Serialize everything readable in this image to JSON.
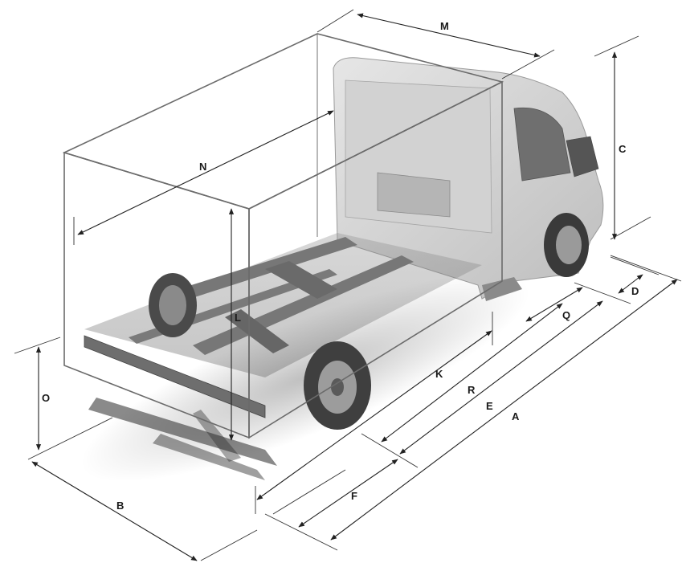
{
  "diagram": {
    "subject": "chassis cab truck dimension diagram",
    "labels": {
      "A": "A",
      "B": "B",
      "C": "C",
      "D": "D",
      "E": "E",
      "F": "F",
      "K": "K",
      "L": "L",
      "M": "M",
      "N": "N",
      "O": "O",
      "Q": "Q",
      "R": "R"
    }
  }
}
